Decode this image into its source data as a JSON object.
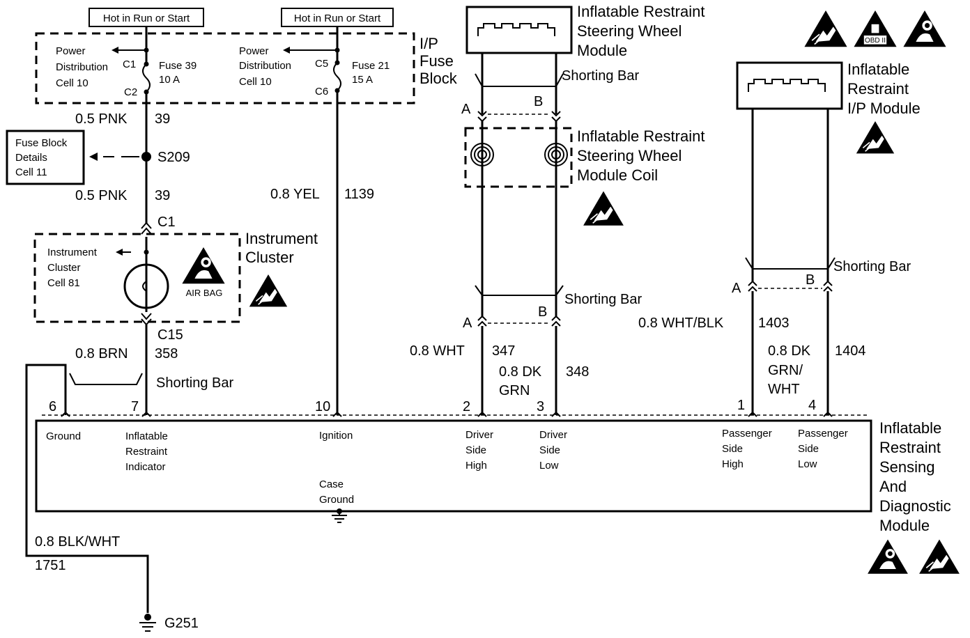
{
  "fuse_block": {
    "hot1": "Hot in Run or Start",
    "hot2": "Hot in Run or Start",
    "power1": [
      "Power",
      "Distribution",
      "Cell 10"
    ],
    "power2": [
      "Power",
      "Distribution",
      "Cell 10"
    ],
    "c1": "C1",
    "c2": "C2",
    "c5": "C5",
    "c6": "C6",
    "fuse39": [
      "Fuse 39",
      "10 A"
    ],
    "fuse21": [
      "Fuse 21",
      "15 A"
    ],
    "label": [
      "I/P",
      "Fuse",
      "Block"
    ]
  },
  "left_branch": {
    "wire1": "0.5 PNK",
    "circ1": "39",
    "splice": "S209",
    "details": [
      "Fuse Block",
      "Details",
      "Cell 11"
    ],
    "wire2": "0.5 PNK",
    "circ2": "39",
    "c1": "C1",
    "cluster_ref": [
      "Instrument",
      "Cluster",
      "Cell 81"
    ],
    "airbag": "AIR BAG",
    "cluster_label": [
      "Instrument",
      "Cluster"
    ],
    "c15": "C15",
    "wire3": "0.8 BRN",
    "circ3": "358",
    "shorting_bar": "Shorting Bar"
  },
  "ignition_wire": {
    "wire": "0.8 YEL",
    "circ": "1139"
  },
  "steering": {
    "module": [
      "Inflatable Restraint",
      "Steering Wheel",
      "Module"
    ],
    "shorting_bar_top": "Shorting Bar",
    "a_top": "A",
    "b_top": "B",
    "coil": [
      "Inflatable Restraint",
      "Steering Wheel",
      "Module Coil"
    ],
    "shorting_bar_bottom": "Shorting Bar",
    "a_bottom": "A",
    "b_bottom": "B",
    "wire_a": "0.8 WHT",
    "circ_a": "347",
    "wire_b": [
      "0.8 DK",
      "GRN"
    ],
    "circ_b": "348"
  },
  "passenger": {
    "module": [
      "Inflatable",
      "Restraint",
      "I/P Module"
    ],
    "shorting_bar": "Shorting Bar",
    "a": "A",
    "b": "B",
    "wire_a": "0.8 WHT/BLK",
    "circ_a": "1403",
    "wire_b": [
      "0.8 DK",
      "GRN/",
      "WHT"
    ],
    "circ_b": "1404"
  },
  "sdm": {
    "pins": [
      "6",
      "7",
      "10",
      "2",
      "3",
      "1",
      "4"
    ],
    "ground": "Ground",
    "indicator": [
      "Inflatable",
      "Restraint",
      "Indicator"
    ],
    "ignition": "Ignition",
    "case_ground": [
      "Case",
      "Ground"
    ],
    "driver_high": [
      "Driver",
      "Side",
      "High"
    ],
    "driver_low": [
      "Driver",
      "Side",
      "Low"
    ],
    "pass_high": [
      "Passenger",
      "Side",
      "High"
    ],
    "pass_low": [
      "Passenger",
      "Side",
      "Low"
    ],
    "title": [
      "Inflatable",
      "Restraint",
      "Sensing",
      "And",
      "Diagnostic",
      "Module"
    ]
  },
  "ground_wire": {
    "wire": "0.8 BLK/WHT",
    "circ": "1751",
    "ground": "G251"
  },
  "icons": {
    "header": [
      "esd-warning-icon",
      "obd-ii-icon",
      "airbag-warning-icon"
    ],
    "badge_text": "OBD II"
  }
}
